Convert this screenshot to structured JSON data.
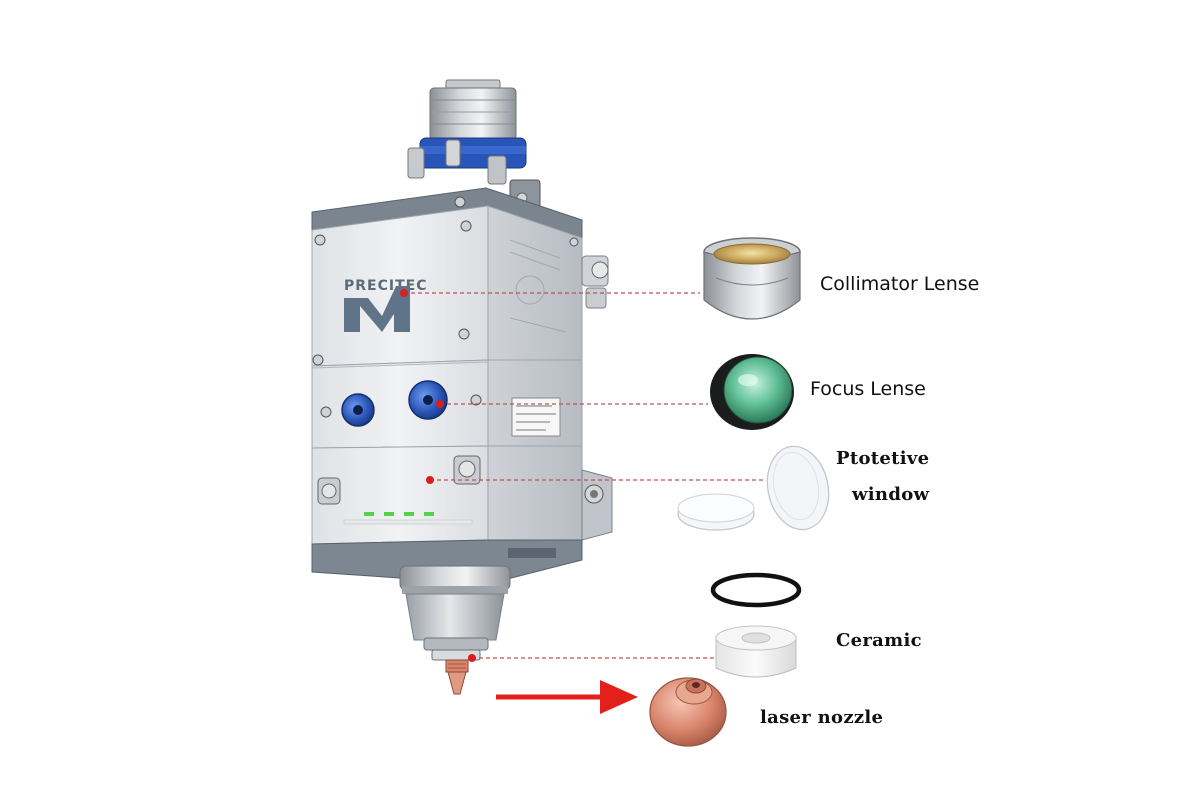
{
  "brand": "PRECITEC",
  "labels": {
    "collimator": "Collimator Lense",
    "focus": "Focus Lense",
    "protective_line1": "Ptotetive",
    "protective_line2": "window",
    "ceramic": "Ceramic",
    "nozzle": "laser nozzle"
  },
  "colors": {
    "leader_line": "#c0504d",
    "marker_dot": "#d81e1e",
    "arrow": "#e3201b",
    "head_body": "#e9ebed",
    "head_trim": "#6e7a86",
    "blue_ring": "#2a55b8",
    "copper": "#d9846b",
    "lens_green": "#5fbf95",
    "lens_gold": "#c9a45a"
  }
}
